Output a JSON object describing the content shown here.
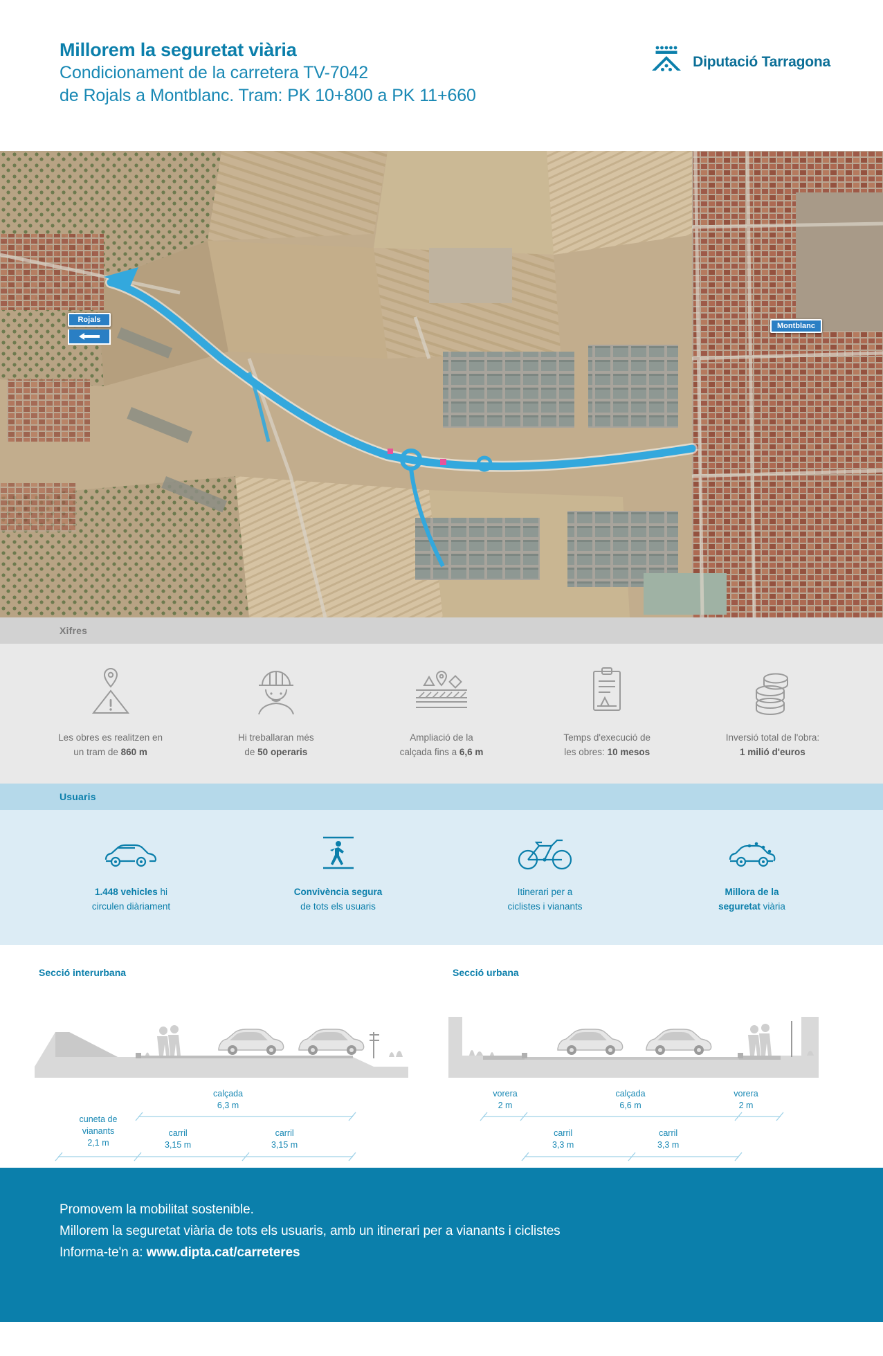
{
  "header": {
    "title": "Millorem la seguretat viària",
    "subtitle_line1": "Condicionament de la carretera TV-7042",
    "subtitle_line2": "de Rojals a Montblanc. Tram: PK 10+800 a PK 11+660",
    "logo_text": "Diputació Tarragona",
    "logo_icon": "diputacio-tarragona-logo"
  },
  "map": {
    "sign_start": "Rojals",
    "sign_end": "Montblanc",
    "route_color": "#33a8dd",
    "arrow_icon": "left-arrow-icon"
  },
  "bands": {
    "xifres": "Xifres",
    "usuaris": "Usuaris"
  },
  "stats": [
    {
      "icon": "road-distance-marker-icon",
      "text_before": "Les obres es realitzen en un tram de ",
      "highlight": "860 m",
      "text_after": "",
      "line1_plain": "Les obres es realitzen en",
      "line2_plain": "un tram de ",
      "line2_bold": "860 m"
    },
    {
      "icon": "construction-worker-icon",
      "line1_plain": "Hi treballaran més",
      "line2_plain": "de ",
      "line2_bold": "50 operaris"
    },
    {
      "icon": "road-widening-icon",
      "line1_plain": "Ampliació de la",
      "line2_plain": "calçada fins a ",
      "line2_bold": "6,6 m"
    },
    {
      "icon": "clipboard-schedule-icon",
      "line1_plain": "Temps d'execució de",
      "line2_plain": "les obres: ",
      "line2_bold": "10 mesos"
    },
    {
      "icon": "coins-stack-icon",
      "line1_plain": "Inversió total de l'obra:",
      "line2_plain": "",
      "line2_bold": "1 milió d'euros"
    }
  ],
  "users": [
    {
      "icon": "car-icon",
      "line1_bold": "1.448 vehicles",
      "line1_plain": " hi",
      "line2_plain": "circulen diàriament",
      "line2_bold": ""
    },
    {
      "icon": "pedestrian-crossing-icon",
      "line1_bold": "Convivència segura",
      "line1_plain": "",
      "line2_plain": "de tots els usuaris",
      "line2_bold": ""
    },
    {
      "icon": "bicycle-icon",
      "line1_bold": "",
      "line1_plain": "Itinerari per a",
      "line2_plain": "ciclistes i vianants",
      "line2_bold": ""
    },
    {
      "icon": "safe-car-icon",
      "line1_bold": "Millora de la",
      "line1_plain": "",
      "line2_bold": "seguretat",
      "line2_plain": " viària"
    }
  ],
  "sections": {
    "interurban": {
      "title": "Secció interurbana",
      "dims": [
        {
          "name": "calçada",
          "value": "6,3 m"
        },
        {
          "name": "cuneta de vianants",
          "name_line1": "cuneta de",
          "name_line2": "vianants",
          "value": "2,1 m"
        },
        {
          "name": "carril",
          "value": "3,15 m"
        },
        {
          "name": "carril",
          "value": "3,15 m"
        }
      ]
    },
    "urban": {
      "title": "Secció urbana",
      "dims": [
        {
          "name": "vorera",
          "value": "2 m"
        },
        {
          "name": "calçada",
          "value": "6,6 m"
        },
        {
          "name": "vorera",
          "value": "2 m"
        },
        {
          "name": "carril",
          "value": "3,3 m"
        },
        {
          "name": "carril",
          "value": "3,3 m"
        }
      ]
    }
  },
  "footer": {
    "line1": "Promovem la mobilitat sostenible.",
    "line2": "Millorem la seguretat viària de tots els usuaris, amb un itinerari per a vianants i ciclistes",
    "line3_prefix": "Informa-te'n a: ",
    "line3_url": "www.dipta.cat/carreteres"
  },
  "colors": {
    "brand_blue": "#0b7fab",
    "light_blue_band": "#b5d9ea",
    "light_blue_bg": "#dcecf5",
    "grey_band": "#d2d2d2",
    "grey_bg": "#e9e9e9"
  }
}
